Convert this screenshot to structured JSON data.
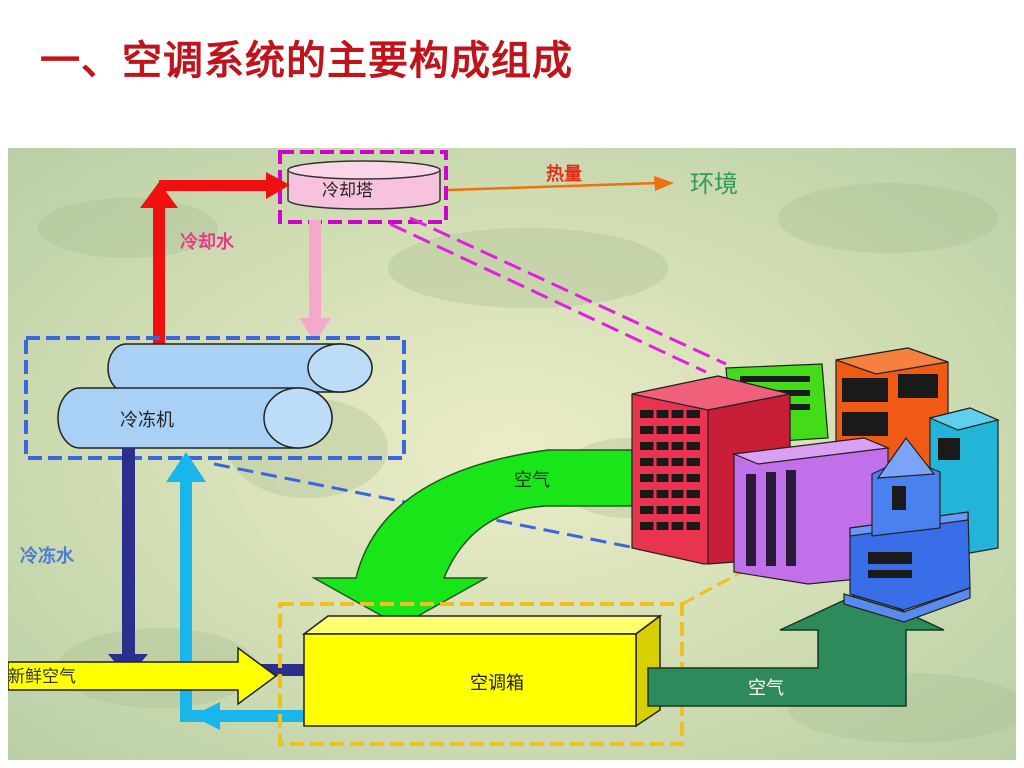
{
  "title": "一、空调系统的主要构成组成",
  "labels": {
    "cooling_tower": "冷却塔",
    "heat": "热量",
    "environment": "环境",
    "cooling_water": "冷却水",
    "chiller": "冷冻机",
    "chilled_water": "冷冻水",
    "air_top": "空气",
    "air_right": "空气",
    "fresh_air": "新鲜空气",
    "ahu": "空调箱"
  },
  "colors": {
    "title": "#c0141c",
    "cooling_water_arrow": "#f01010",
    "tower_to_chiller": "#f4a8cc",
    "heat_arrow": "#f07010",
    "environment_text": "#2e9a5e",
    "chilled_supply": "#2b2f8c",
    "chilled_return": "#19b6ec",
    "air_arrow": "#19e619",
    "supply_air_arrow": "#2e8a5a",
    "ahu_box": "#ffff00",
    "chiller_tubes": "#a9d0f5"
  }
}
